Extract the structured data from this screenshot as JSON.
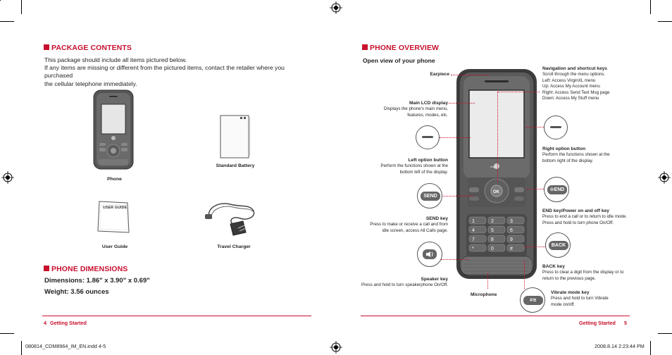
{
  "left": {
    "package": {
      "heading": "PACKAGE CONTENTS",
      "line1": "This package should include all items pictured below.",
      "line2": "If any items are missing or different from the pictured items, contact the retailer where you purchased",
      "line3": "the cellular telephone immediately."
    },
    "items": {
      "phone": "Phone",
      "battery": "Standard Battery",
      "guide": "User Guide",
      "guide_cover": "USER GUIDE",
      "charger": "Travel Charger"
    },
    "dimensions": {
      "heading": "PHONE DIMENSIONS",
      "size": "Dimensions: 1.86\" x 3.90\" x 0.69\"",
      "weight": "Weight: 3.56 ounces"
    },
    "footer": {
      "page_number": "4",
      "section": "Getting Started"
    }
  },
  "right": {
    "heading": "PHONE OVERVIEW",
    "subheading": "Open view of your phone",
    "labels": {
      "earpiece": "Earpiece",
      "main_lcd_title": "Main LCD display",
      "main_lcd_desc1": "Displays the phone's main menu,",
      "main_lcd_desc2": "features, modes, etc.",
      "left_option_title": "Left option button",
      "left_option_desc1": "Perform the functions shown at the",
      "left_option_desc2": "bottom left of the display.",
      "send_title": "SEND key",
      "send_desc1": "Press to make or receive a call and from",
      "send_desc2": "idle screen, access All Calls page.",
      "speaker_title": "Speaker key",
      "speaker_desc": "Press and hold to turn speakerphone On/Off.",
      "microphone": "Microphone",
      "nav_title": "Navigation and shortcut keys",
      "nav_desc1": "Scroll through the menu options.",
      "nav_desc2": "Left: Access VirginXL menu",
      "nav_desc3": "Up: Access My Account menu",
      "nav_desc4": "Right: Access Send Text Msg page",
      "nav_desc5": "Down: Access My Stuff menu",
      "right_option_title": "Right option button",
      "right_option_desc1": "Perform the functions shown at the",
      "right_option_desc2": "bottom right of the display.",
      "end_title": "END key/Power on and off key",
      "end_desc1": "Press to end a call or to return to idle mode.",
      "end_desc2": "Press and hold to turn phone On/Off.",
      "back_title": "BACK key",
      "back_desc1": "Press to clear a digit from the display or to",
      "back_desc2": "return to the previous page.",
      "vibrate_title": "Vibrate mode key",
      "vibrate_desc1": "Press and hold to turn Vibrate",
      "vibrate_desc2": "mode on/off."
    },
    "key_glyphs": {
      "send": "SEND",
      "end": "END",
      "back": "BACK",
      "ok": "OK",
      "hash": "#"
    },
    "footer": {
      "section": "Getting Started",
      "page_number": "5"
    }
  },
  "slug": {
    "file": "080814_CDM8964_IM_EN.indd   4-5",
    "timestamp": "2008.8.14   2:23:44 PM"
  },
  "colors": {
    "accent": "#c8102e",
    "phone_body": "#4a4a4a",
    "screen": "#e8e8e8"
  }
}
